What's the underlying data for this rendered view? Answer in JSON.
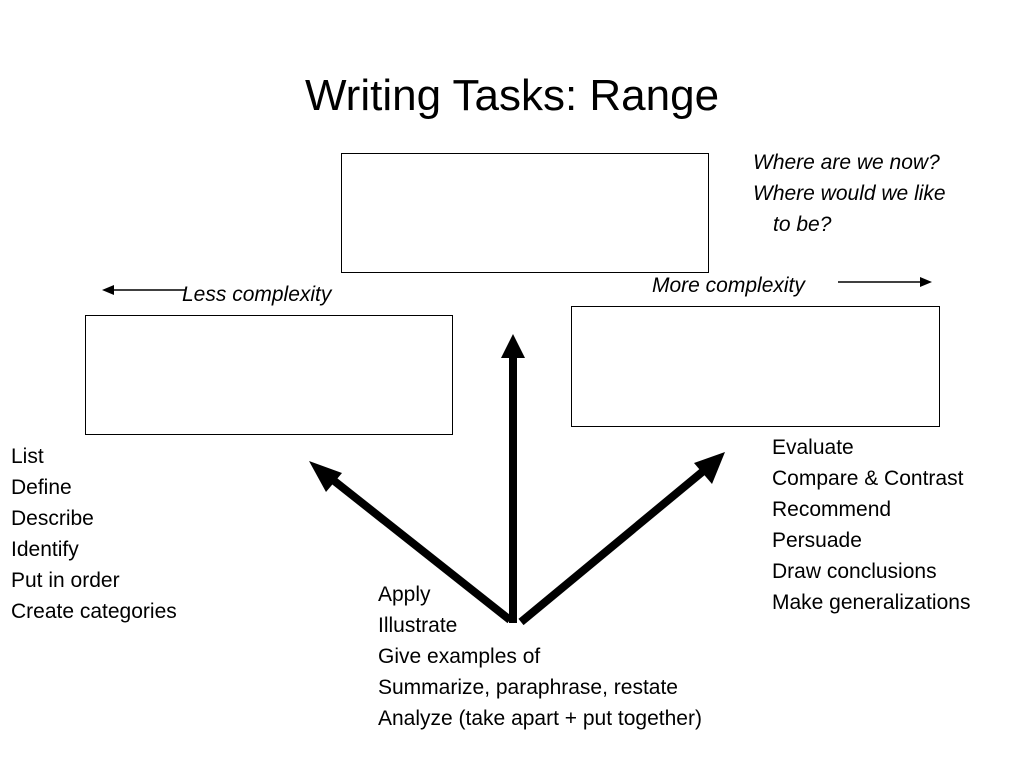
{
  "title": "Writing Tasks: Range",
  "note": {
    "line1": "Where are we now?",
    "line2": "Where would we like",
    "line3": "to be?"
  },
  "labels": {
    "less": "Less complexity",
    "more": "More complexity"
  },
  "lists": {
    "left": [
      "List",
      "Define",
      "Describe",
      "Identify",
      "Put in order",
      "Create categories"
    ],
    "center": [
      "Apply",
      "Illustrate",
      "Give examples of",
      "Summarize, paraphrase, restate",
      "Analyze (take apart + put together)"
    ],
    "right": [
      "Evaluate",
      "Compare & Contrast",
      "Recommend",
      "Persuade",
      "Draw conclusions",
      "Make generalizations"
    ]
  },
  "colors": {
    "ink": "#000000",
    "background": "#ffffff"
  }
}
